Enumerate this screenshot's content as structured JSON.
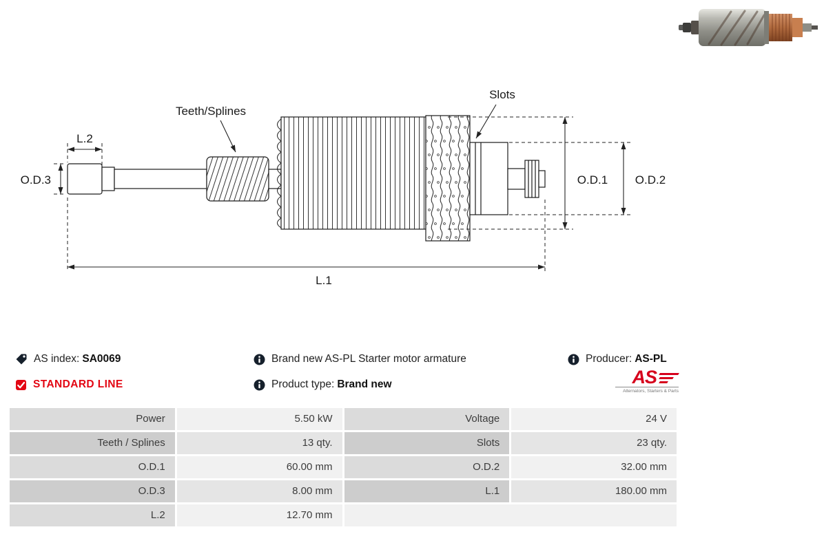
{
  "colors": {
    "accent_red": "#e30613",
    "logo_red": "#d6001c"
  },
  "diagram": {
    "labels": {
      "l2": "L.2",
      "od3": "O.D.3",
      "teeth_splines": "Teeth/Splines",
      "slots": "Slots",
      "od1": "O.D.1",
      "od2": "O.D.2",
      "l1": "L.1"
    }
  },
  "info": {
    "as_index_label": "AS index:",
    "as_index_value": "SA0069",
    "standard_line": "STANDARD LINE",
    "description": "Brand new AS-PL Starter motor armature",
    "product_type_label": "Product type:",
    "product_type_value": "Brand new",
    "producer_label": "Producer:",
    "producer_value": "AS-PL",
    "icons": {
      "tag": "tag-icon",
      "check": "checkbox-checked-icon",
      "info": "info-icon"
    }
  },
  "logo": {
    "text": "AS",
    "subtext": "Alternators, Starters & Parts"
  },
  "table": {
    "rows": [
      [
        "Power",
        "5.50 kW",
        "Voltage",
        "24 V"
      ],
      [
        "Teeth / Splines",
        "13 qty.",
        "Slots",
        "23 qty."
      ],
      [
        "O.D.1",
        "60.00 mm",
        "O.D.2",
        "32.00 mm"
      ],
      [
        "O.D.3",
        "8.00 mm",
        "L.1",
        "180.00 mm"
      ],
      [
        "L.2",
        "12.70 mm",
        "",
        ""
      ]
    ]
  }
}
